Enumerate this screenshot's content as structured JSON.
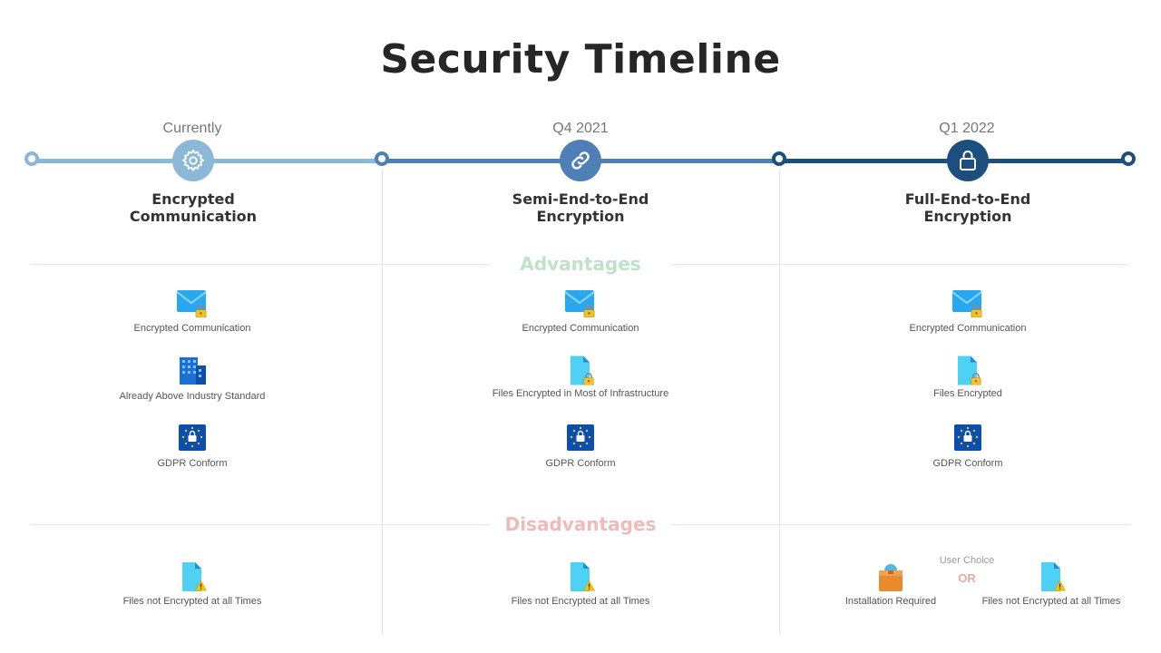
{
  "title": "Security Timeline",
  "colors": {
    "stage1": "#8ab8d6",
    "stage2": "#4f7fb7",
    "stage3": "#1d4f7e",
    "advantages": "#bfe3c9",
    "disadvantages": "#f0baba"
  },
  "stages": [
    {
      "label": "Currently",
      "name_line1": "Encrypted",
      "name_line2": "Communication",
      "icon": "gear-icon"
    },
    {
      "label": "Q4 2021",
      "name_line1": "Semi-End-to-End",
      "name_line2": "Encryption",
      "icon": "link-icon"
    },
    {
      "label": "Q1 2022",
      "name_line1": "Full-End-to-End",
      "name_line2": "Encryption",
      "icon": "padlock-icon"
    }
  ],
  "advantages": {
    "title": "Advantages",
    "columns": [
      [
        {
          "icon": "encrypted-mail-icon",
          "text": "Encrypted Communication"
        },
        {
          "icon": "office-building-icon",
          "text": "Already Above Industry Standard"
        },
        {
          "icon": "gdpr-icon",
          "text": "GDPR Conform"
        }
      ],
      [
        {
          "icon": "encrypted-mail-icon",
          "text": "Encrypted Communication"
        },
        {
          "icon": "locked-file-icon",
          "text": "Files Encrypted in Most of Infrastructure"
        },
        {
          "icon": "gdpr-icon",
          "text": "GDPR Conform"
        }
      ],
      [
        {
          "icon": "encrypted-mail-icon",
          "text": "Encrypted Communication"
        },
        {
          "icon": "locked-file-icon",
          "text": "Files Encrypted"
        },
        {
          "icon": "gdpr-icon",
          "text": "GDPR Conform"
        }
      ]
    ]
  },
  "disadvantages": {
    "title": "Disadvantages",
    "col1": {
      "icon": "warning-file-icon",
      "text": "Files not Encrypted at all Times"
    },
    "col2": {
      "icon": "warning-file-icon",
      "text": "Files not Encrypted at all Times"
    },
    "col3": {
      "user_choice": "User Choice",
      "or": "OR",
      "option_a": {
        "icon": "install-package-icon",
        "text": "Installation Required"
      },
      "option_b": {
        "icon": "warning-file-icon",
        "text": "Files not Encrypted at all Times"
      }
    }
  }
}
